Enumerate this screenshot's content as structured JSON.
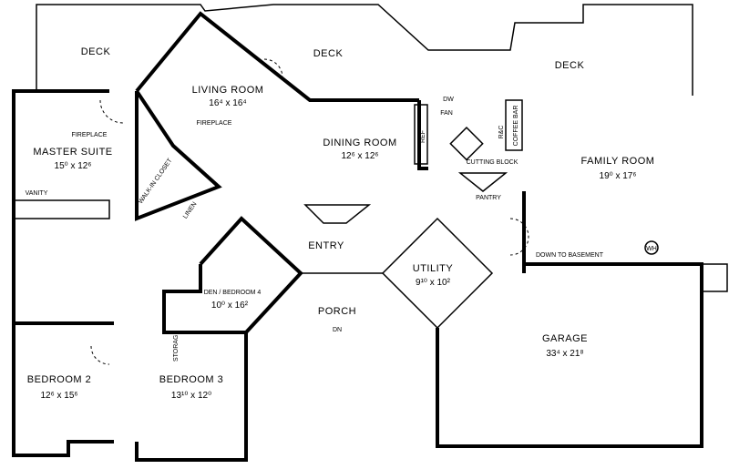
{
  "rooms": {
    "deck_left": "DECK",
    "deck_center": "DECK",
    "deck_right": "DECK",
    "living": {
      "name": "LIVING ROOM",
      "dims": "16⁴ x 16⁴"
    },
    "fireplace_living": "FIREPLACE",
    "fireplace_master": "FIREPLACE",
    "master": {
      "name": "MASTER SUITE",
      "dims": "15⁰ x 12⁶"
    },
    "vanity": "VANITY",
    "walkin": "WALK-IN CLOSET",
    "linen": "LINEN",
    "dining": {
      "name": "DINING ROOM",
      "dims": "12⁶ x 12⁶"
    },
    "entry": "ENTRY",
    "den": {
      "name": "DEN / BEDROOM 4",
      "dims": "10⁰ x 16²"
    },
    "porch": "PORCH",
    "porch_dn": "DN",
    "storage": "STORAGE",
    "bedroom2": {
      "name": "BEDROOM 2",
      "dims": "12⁶ x 15⁶"
    },
    "bedroom3": {
      "name": "BEDROOM 3",
      "dims": "13¹⁰ x 12⁰"
    },
    "utility": {
      "name": "UTILITY",
      "dims": "9¹⁰ x 10²"
    },
    "garage": {
      "name": "GARAGE",
      "dims": "33⁴ x 21⁸"
    },
    "family": {
      "name": "FAMILY ROOM",
      "dims": "19⁰ x 17⁶"
    },
    "cutting_block": "CUTTING BLOCK",
    "pantry": "PANTRY",
    "basement": "DOWN TO BASEMENT",
    "dw": "DW",
    "fan": "FAN",
    "ref": "REF",
    "rc": "R&C",
    "coffee_bar": "COFFEE BAR",
    "wh": "WH"
  }
}
